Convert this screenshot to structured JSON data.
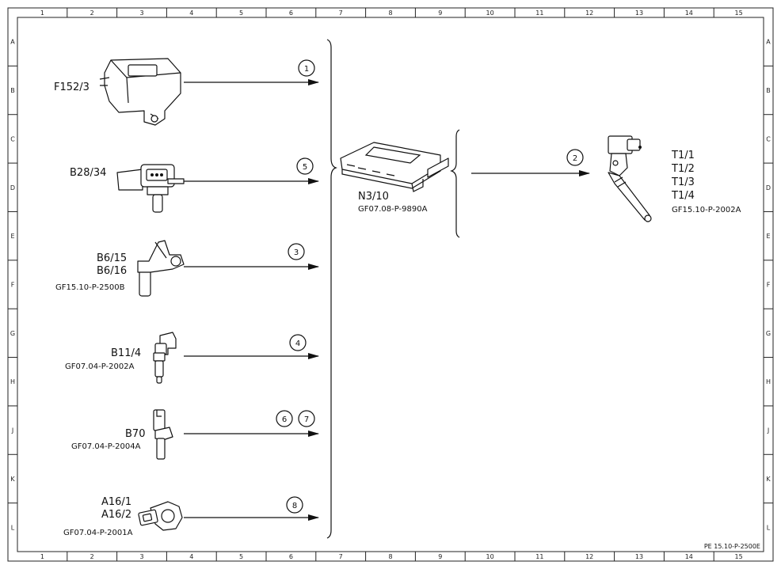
{
  "grid": {
    "columns": [
      "1",
      "2",
      "3",
      "4",
      "5",
      "6",
      "7",
      "8",
      "9",
      "10",
      "11",
      "12",
      "13",
      "14",
      "15"
    ],
    "rows": [
      "A",
      "B",
      "C",
      "D",
      "E",
      "F",
      "G",
      "H",
      "J",
      "K",
      "L"
    ]
  },
  "components": {
    "f152": {
      "labels": [
        "F152/3"
      ],
      "ref": ""
    },
    "b28": {
      "labels": [
        "B28/34"
      ],
      "ref": ""
    },
    "b6": {
      "labels": [
        "B6/15",
        "B6/16"
      ],
      "ref": "GF15.10-P-2500B"
    },
    "b11": {
      "labels": [
        "B11/4"
      ],
      "ref": "GF07.04-P-2002A"
    },
    "b70": {
      "labels": [
        "B70"
      ],
      "ref": "GF07.04-P-2004A"
    },
    "a16": {
      "labels": [
        "A16/1",
        "A16/2"
      ],
      "ref": "GF07.04-P-2001A"
    },
    "n3": {
      "labels": [
        "N3/10"
      ],
      "ref": "GF07.08-P-9890A"
    },
    "t1": {
      "labels": [
        "T1/1",
        "T1/2",
        "T1/3",
        "T1/4"
      ],
      "ref": "GF15.10-P-2002A"
    }
  },
  "signals": {
    "s1": "1",
    "s5": "5",
    "s3": "3",
    "s4": "4",
    "s6": "6",
    "s7": "7",
    "s8": "8",
    "s2": "2"
  },
  "footer": {
    "doc_id": "PE 15.10-P-2500E"
  }
}
